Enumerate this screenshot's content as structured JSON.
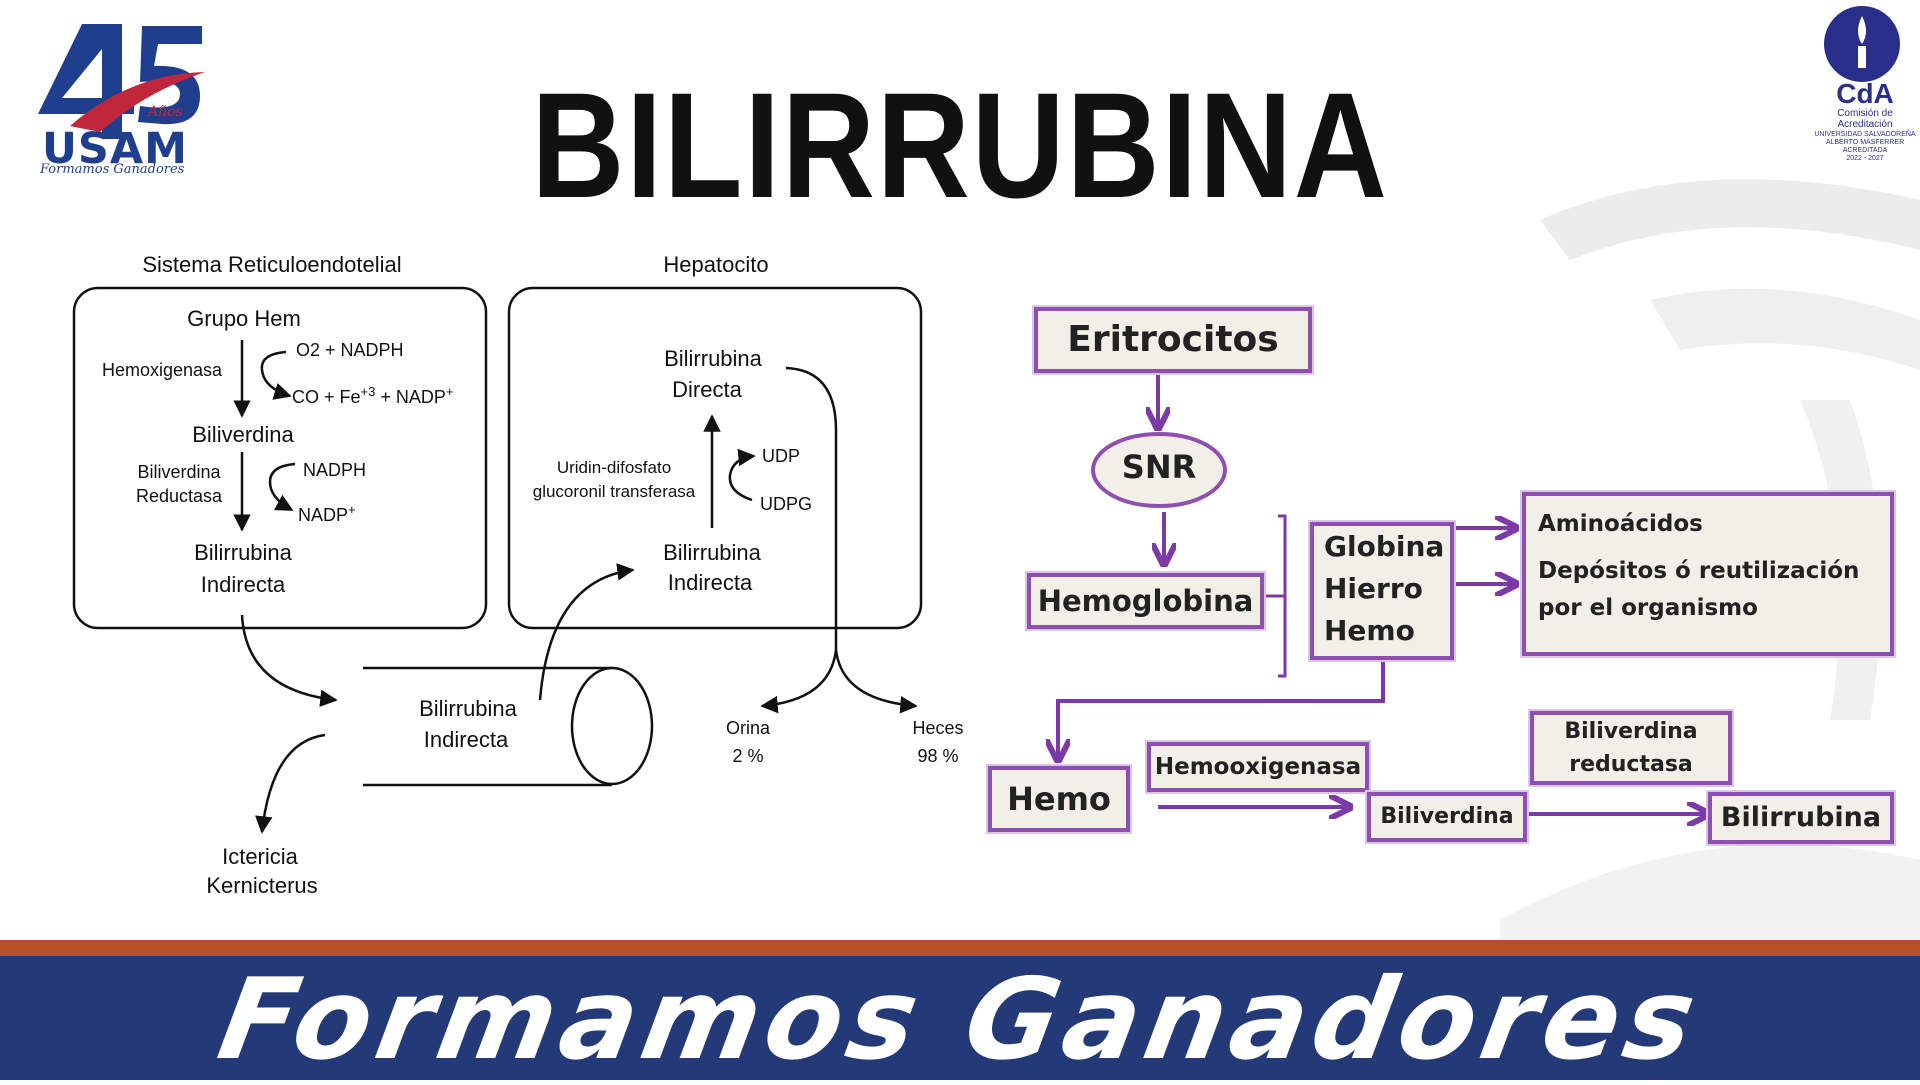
{
  "title": "BILIRRUBINA",
  "logo_left": {
    "number": "45",
    "anos": "Años",
    "name": "USAM",
    "tagline": "Formamos Ganadores"
  },
  "logo_right": {
    "acronym": "CdA",
    "line1": "Comisión de",
    "line2": "Acreditación",
    "line3": "UNIVERSIDAD SALVADOREÑA",
    "line4": "ALBERTO MASFERRER",
    "line5": "ACREDITADA",
    "line6": "2022 - 2027"
  },
  "left_diagram": {
    "sre_label": "Sistema Reticuloendotelial",
    "hep_label": "Hepatocito",
    "grupo_hem": "Grupo Hem",
    "hemoxigenasa": "Hemoxigenasa",
    "o2_nadph": "O2 + NADPH",
    "co_fe": "CO + Fe",
    "fe_sup": "+3",
    "nadp_plus": "+  NADP",
    "plus_sup": "+",
    "biliverdina": "Biliverdina",
    "bv_reductasa_1": "Biliverdina",
    "bv_reductasa_2": "Reductasa",
    "nadph": "NADPH",
    "nadp": "NADP",
    "bil_ind_1": "Bilirrubina",
    "bil_ind_2": "Indirecta",
    "bil_dir_1": "Bilirrubina",
    "bil_dir_2": "Directa",
    "uridin_1": "Uridin-difosfato",
    "uridin_2": "glucoronil transferasa",
    "udp": "UDP",
    "udpg": "UDPG",
    "hep_ind_1": "Bilirrubina",
    "hep_ind_2": "Indirecta",
    "int_ind_1": "Bilirrubina",
    "int_ind_2": "Indirecta",
    "orina": "Orina",
    "orina_pct": "2 %",
    "heces": "Heces",
    "heces_pct": "98 %",
    "icter_1": "Ictericia",
    "icter_2": "Kernicterus"
  },
  "right_diagram": {
    "eritrocitos": "Eritrocitos",
    "snr": "SNR",
    "hemoglobina": "Hemoglobina",
    "globina": "Globina",
    "hierro": "Hierro",
    "hemo_list": "Hemo",
    "aminoacidos": "Aminoácidos",
    "depositos_1": "Depósitos ó reutilización",
    "depositos_2": "por el organismo",
    "hemo": "Hemo",
    "hemooxigenasa": "Hemooxigenasa",
    "biliverdina": "Biliverdina",
    "bv_red_1": "Biliverdina",
    "bv_red_2": "reductasa",
    "bilirrubina": "Bilirrubina"
  },
  "slogan": "Formamos Ganadores",
  "colors": {
    "box_border": "#8e4fb0",
    "box_fill": "#f1efe8",
    "band": "#243a78",
    "band_accent": "#b5502b"
  }
}
